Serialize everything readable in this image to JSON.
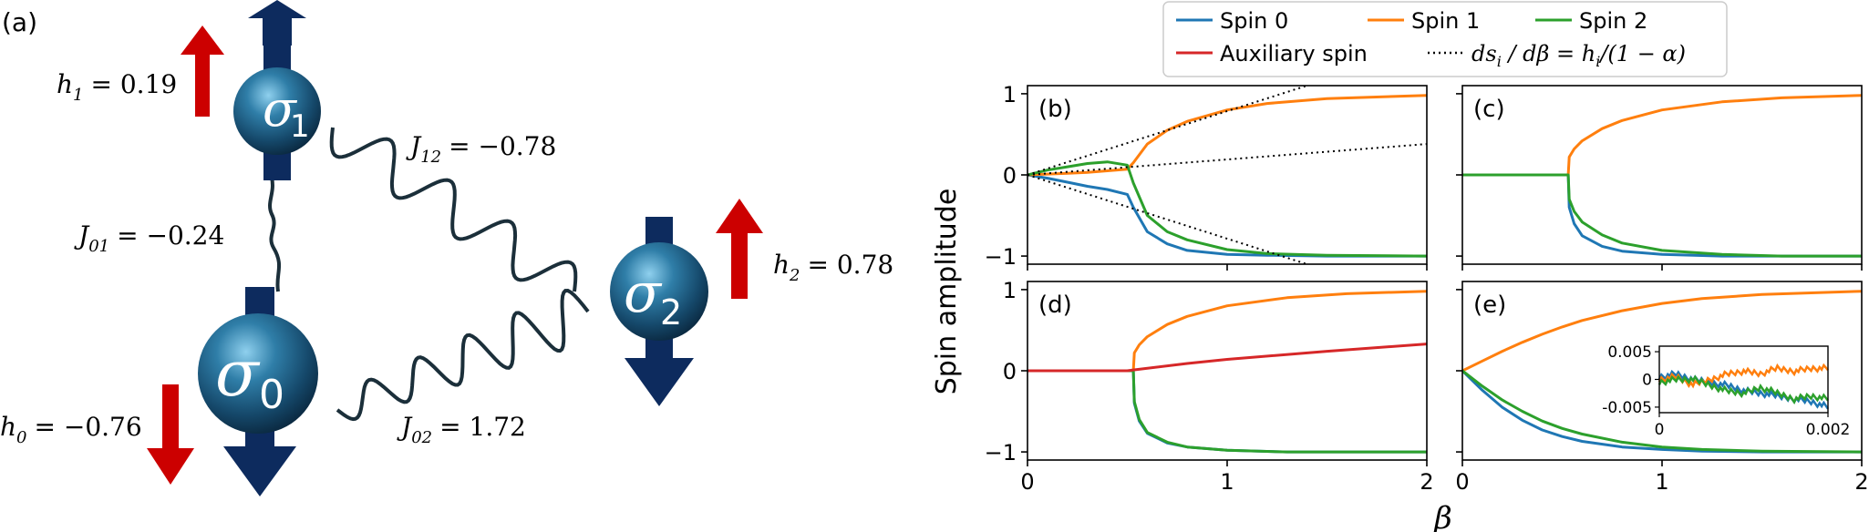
{
  "panel_a": {
    "label": "(a)",
    "spins": [
      {
        "symbol": "σ",
        "index": "0",
        "field_label": "h",
        "field_sub": "0",
        "field_value": "= −0.76",
        "field_direction": "down",
        "spin_direction": "down"
      },
      {
        "symbol": "σ",
        "index": "1",
        "field_label": "h",
        "field_sub": "1",
        "field_value": "= 0.19",
        "field_direction": "up",
        "spin_direction": "up"
      },
      {
        "symbol": "σ",
        "index": "2",
        "field_label": "h",
        "field_sub": "2",
        "field_value": "= 0.78",
        "field_direction": "up",
        "spin_direction": "down"
      }
    ],
    "couplings": [
      {
        "label": "J",
        "sub": "01",
        "value": "= −0.24"
      },
      {
        "label": "J",
        "sub": "12",
        "value": "= −0.78"
      },
      {
        "label": "J",
        "sub": "02",
        "value": "= 1.72"
      }
    ],
    "colors": {
      "field_arrow": "#cc0000",
      "spin_arrow": "#0d2b5e",
      "sphere": "#1f5f85",
      "wave": "#1b2f3a"
    }
  },
  "legend": {
    "entries": [
      {
        "label": "Spin 0",
        "color": "#1f77b4",
        "style": "solid"
      },
      {
        "label": "Spin 1",
        "color": "#ff7f0e",
        "style": "solid"
      },
      {
        "label": "Spin 2",
        "color": "#2ca02c",
        "style": "solid"
      },
      {
        "label": "Auxiliary spin",
        "color": "#d62728",
        "style": "solid"
      },
      {
        "label": "ds_i / dβ = h_i/(1 − α)",
        "label_parts": [
          "ds",
          "i",
          " / dβ = h",
          "i",
          "/(1 − α)"
        ],
        "color": "#000000",
        "style": "dotted"
      }
    ]
  },
  "shared_axes": {
    "ylabel": "Spin amplitude",
    "xlabel": "β",
    "x_ticks": [
      "0",
      "1",
      "2"
    ],
    "y_ticks": [
      "1",
      "0",
      "−1"
    ]
  },
  "chart_data": [
    {
      "panel": "(b)",
      "type": "line",
      "xlim": [
        0,
        2
      ],
      "ylim": [
        -1.1,
        1.1
      ],
      "transition_beta": 0.53,
      "series": [
        {
          "name": "Spin 0",
          "x": [
            0,
            0.1,
            0.2,
            0.3,
            0.4,
            0.5,
            0.53,
            0.6,
            0.7,
            0.8,
            1.0,
            1.2,
            1.5,
            2.0
          ],
          "values": [
            0,
            -0.04,
            -0.09,
            -0.14,
            -0.18,
            -0.24,
            -0.4,
            -0.7,
            -0.85,
            -0.93,
            -0.98,
            -0.99,
            -1.0,
            -1.0
          ]
        },
        {
          "name": "Spin 1",
          "x": [
            0,
            0.1,
            0.2,
            0.3,
            0.4,
            0.5,
            0.53,
            0.6,
            0.7,
            0.8,
            1.0,
            1.2,
            1.5,
            2.0
          ],
          "values": [
            0,
            0.01,
            0.02,
            0.03,
            0.05,
            0.07,
            0.15,
            0.38,
            0.55,
            0.66,
            0.8,
            0.88,
            0.94,
            0.98
          ]
        },
        {
          "name": "Spin 2",
          "x": [
            0,
            0.1,
            0.2,
            0.3,
            0.4,
            0.5,
            0.53,
            0.6,
            0.7,
            0.8,
            1.0,
            1.2,
            1.5,
            2.0
          ],
          "values": [
            0,
            0.06,
            0.1,
            0.14,
            0.16,
            0.12,
            -0.1,
            -0.5,
            -0.7,
            -0.8,
            -0.92,
            -0.97,
            -0.99,
            -1.0
          ]
        },
        {
          "name": "ds_i / dβ = h_i/(1 − α)",
          "style": "dotted",
          "x": [
            0,
            2
          ],
          "values": [
            0,
            0.38
          ]
        },
        {
          "name": "ds_i / dβ = h_i/(1 − α)",
          "style": "dotted",
          "x": [
            0,
            1.4
          ],
          "values": [
            0,
            1.1
          ]
        },
        {
          "name": "ds_i / dβ = h_i/(1 − α)",
          "style": "dotted",
          "x": [
            0,
            1.4
          ],
          "values": [
            0,
            -1.1
          ]
        }
      ]
    },
    {
      "panel": "(c)",
      "type": "line",
      "xlim": [
        0,
        2
      ],
      "ylim": [
        -1.1,
        1.1
      ],
      "series": [
        {
          "name": "Spin 0",
          "x": [
            0,
            0.53,
            0.535,
            0.56,
            0.6,
            0.7,
            0.8,
            1.0,
            1.3,
            2.0
          ],
          "values": [
            0,
            0,
            -0.4,
            -0.6,
            -0.75,
            -0.88,
            -0.94,
            -0.98,
            -1.0,
            -1.0
          ]
        },
        {
          "name": "Spin 1",
          "x": [
            0,
            0.53,
            0.535,
            0.56,
            0.6,
            0.7,
            0.8,
            1.0,
            1.3,
            1.6,
            2.0
          ],
          "values": [
            0,
            0,
            0.22,
            0.32,
            0.42,
            0.57,
            0.67,
            0.8,
            0.9,
            0.95,
            0.98
          ]
        },
        {
          "name": "Spin 2",
          "x": [
            0,
            0.53,
            0.535,
            0.56,
            0.6,
            0.7,
            0.8,
            1.0,
            1.3,
            1.6,
            2.0
          ],
          "values": [
            0,
            0,
            -0.3,
            -0.45,
            -0.58,
            -0.74,
            -0.84,
            -0.93,
            -0.98,
            -1.0,
            -1.0
          ]
        }
      ]
    },
    {
      "panel": "(d)",
      "type": "line",
      "xlim": [
        0,
        2
      ],
      "ylim": [
        -1.1,
        1.1
      ],
      "series": [
        {
          "name": "Spin 0",
          "x": [
            0,
            0.53,
            0.535,
            0.56,
            0.6,
            0.7,
            0.8,
            1.0,
            1.3,
            2.0
          ],
          "values": [
            0,
            0,
            -0.4,
            -0.62,
            -0.77,
            -0.89,
            -0.94,
            -0.98,
            -1.0,
            -1.0
          ]
        },
        {
          "name": "Spin 1",
          "x": [
            0,
            0.53,
            0.535,
            0.56,
            0.6,
            0.7,
            0.8,
            1.0,
            1.3,
            1.6,
            2.0
          ],
          "values": [
            0,
            0,
            0.22,
            0.32,
            0.42,
            0.57,
            0.67,
            0.8,
            0.9,
            0.95,
            0.98
          ]
        },
        {
          "name": "Spin 2",
          "x": [
            0,
            0.53,
            0.535,
            0.56,
            0.6,
            0.7,
            0.8,
            1.0,
            1.3,
            2.0
          ],
          "values": [
            0,
            0,
            -0.38,
            -0.6,
            -0.76,
            -0.88,
            -0.94,
            -0.98,
            -1.0,
            -1.0
          ]
        },
        {
          "name": "Auxiliary spin",
          "x": [
            0,
            0.5,
            0.53,
            0.8,
            1.0,
            1.5,
            2.0
          ],
          "values": [
            0,
            0,
            0.01,
            0.09,
            0.14,
            0.24,
            0.33
          ]
        }
      ]
    },
    {
      "panel": "(e)",
      "type": "line",
      "xlim": [
        0,
        2
      ],
      "ylim": [
        -1.1,
        1.1
      ],
      "series": [
        {
          "name": "Spin 0",
          "x": [
            0,
            0.1,
            0.2,
            0.3,
            0.4,
            0.5,
            0.6,
            0.8,
            1.0,
            1.2,
            1.5,
            2.0
          ],
          "values": [
            0,
            -0.24,
            -0.45,
            -0.61,
            -0.73,
            -0.81,
            -0.87,
            -0.94,
            -0.97,
            -0.99,
            -1.0,
            -1.0
          ]
        },
        {
          "name": "Spin 1",
          "x": [
            0,
            0.1,
            0.2,
            0.3,
            0.4,
            0.5,
            0.6,
            0.8,
            1.0,
            1.2,
            1.5,
            2.0
          ],
          "values": [
            0,
            0.12,
            0.24,
            0.35,
            0.45,
            0.54,
            0.62,
            0.74,
            0.83,
            0.89,
            0.94,
            0.98
          ]
        },
        {
          "name": "Spin 2",
          "x": [
            0,
            0.1,
            0.2,
            0.3,
            0.4,
            0.5,
            0.6,
            0.8,
            1.0,
            1.2,
            1.5,
            2.0
          ],
          "values": [
            0,
            -0.19,
            -0.36,
            -0.5,
            -0.62,
            -0.71,
            -0.78,
            -0.88,
            -0.94,
            -0.97,
            -0.99,
            -1.0
          ]
        }
      ],
      "inset": {
        "xlim": [
          0,
          0.002
        ],
        "ylim": [
          -0.006,
          0.006
        ],
        "x_ticks": [
          "0",
          "0.002"
        ],
        "y_ticks": [
          "0.005",
          "0",
          "-0.005"
        ],
        "series": [
          {
            "name": "Spin 0",
            "x": [
              0,
              0.0002,
              0.0004,
              0.0006,
              0.0008,
              0.001,
              0.0012,
              0.0014,
              0.0016,
              0.0018,
              0.002
            ],
            "values": [
              0.0005,
              0.001,
              0.0,
              -0.0005,
              -0.001,
              -0.002,
              -0.0025,
              -0.003,
              -0.0035,
              -0.004,
              -0.005
            ]
          },
          {
            "name": "Spin 1",
            "x": [
              0,
              0.0002,
              0.0004,
              0.0006,
              0.0008,
              0.001,
              0.0012,
              0.0014,
              0.0016,
              0.0018,
              0.002
            ],
            "values": [
              0.0,
              0.0005,
              -0.001,
              0.0,
              0.001,
              0.0015,
              0.001,
              0.002,
              0.0015,
              0.002,
              0.002
            ]
          },
          {
            "name": "Spin 2",
            "x": [
              0,
              0.0002,
              0.0004,
              0.0006,
              0.0008,
              0.001,
              0.0012,
              0.0014,
              0.0016,
              0.0018,
              0.002
            ],
            "values": [
              -0.0005,
              0.0,
              0.0,
              -0.001,
              -0.002,
              -0.0025,
              -0.0015,
              -0.0025,
              -0.0035,
              -0.003,
              -0.0035
            ]
          }
        ]
      }
    }
  ]
}
